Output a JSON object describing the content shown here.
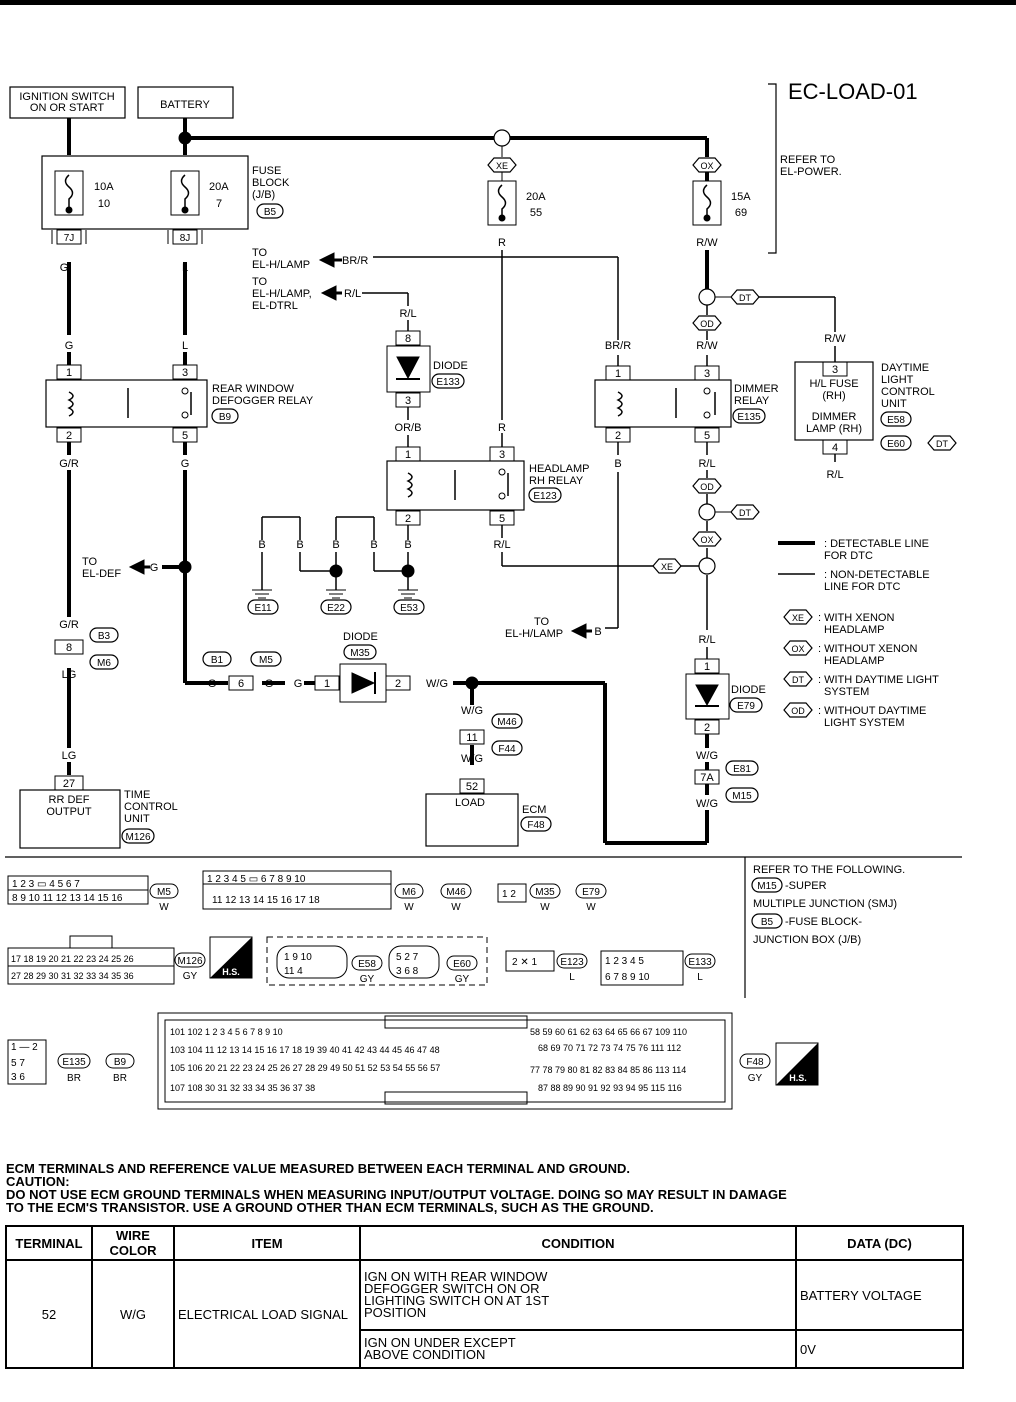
{
  "diagram_title": "EC-LOAD-01",
  "top_boxes": {
    "ignition_switch": "IGNITION SWITCH",
    "ignition_switch_2": "ON OR START",
    "battery": "BATTERY"
  },
  "fuse_block": {
    "label1": "FUSE",
    "label2": "BLOCK",
    "label3": "(J/B)",
    "connector": "B5",
    "fuse1_amp": "10A",
    "fuse1_no": "10",
    "fuse2_amp": "20A",
    "fuse2_no": "7",
    "term1": "7J",
    "term2": "8J"
  },
  "power_fuses": {
    "fuse3_amp": "20A",
    "fuse3_no": "55",
    "fuse4_amp": "15A",
    "fuse4_no": "69",
    "xe": "XE",
    "ox": "OX",
    "refer1": "REFER TO",
    "refer2": "EL-POWER."
  },
  "wires": {
    "G": "G",
    "L": "L",
    "R": "R",
    "RW": "R/W",
    "BRR": "BR/R",
    "RL": "R/L",
    "GR": "G/R",
    "ORB": "OR/B",
    "B": "B",
    "LG": "LG",
    "WG": "W/G"
  },
  "destinations": {
    "hlamp1": "TO",
    "hlamp2": "EL-H/LAMP",
    "hlamp3": "TO",
    "hlamp4": "EL-H/LAMP,",
    "hlamp5": "EL-DTRL",
    "def1": "TO",
    "def2": "EL-DEF",
    "hlamp6": "TO",
    "hlamp7": "EL-H/LAMP"
  },
  "rear_relay": {
    "l1": "REAR WINDOW",
    "l2": "DEFOGGER RELAY",
    "conn": "B9",
    "p1": "1",
    "p2": "2",
    "p3": "3",
    "p5": "5"
  },
  "diode_e133": {
    "l1": "DIODE",
    "conn": "E133",
    "p8": "8",
    "p3": "3"
  },
  "headlamp_relay": {
    "l1": "HEADLAMP",
    "l2": "RH RELAY",
    "conn": "E123",
    "p1": "1",
    "p2": "2",
    "p3": "3",
    "p5": "5"
  },
  "dimmer_relay": {
    "l1": "DIMMER",
    "l2": "RELAY",
    "conn": "E135",
    "p1": "1",
    "p2": "2",
    "p3": "3",
    "p5": "5"
  },
  "dtl_unit": {
    "box1": "H/L FUSE",
    "box2": "(RH)",
    "box3": "DIMMER",
    "box4": "LAMP (RH)",
    "l1": "DAYTIME",
    "l2": "LIGHT",
    "l3": "CONTROL",
    "l4": "UNIT",
    "conn1": "E58",
    "conn2": "E60",
    "dt": "DT",
    "p3": "3",
    "p4": "4"
  },
  "markers": {
    "dt": "DT",
    "od": "OD",
    "ox": "OX",
    "xe": "XE"
  },
  "grounds": {
    "g1": "E11",
    "g2": "E22",
    "g3": "E53"
  },
  "legend": {
    "detectable1": ": DETECTABLE LINE",
    "detectable2": "FOR DTC",
    "nondet1": ": NON-DETECTABLE",
    "nondet2": "LINE FOR DTC",
    "xe1": ": WITH XENON",
    "xe2": "HEADLAMP",
    "ox1": ": WITHOUT XENON",
    "ox2": "HEADLAMP",
    "dt1": ": WITH DAYTIME LIGHT",
    "dt2": "SYSTEM",
    "od1": ": WITHOUT DAYTIME",
    "od2": "LIGHT SYSTEM"
  },
  "inline_conn": {
    "b3": "B3",
    "m6": "M6",
    "p8": "8",
    "b1": "B1",
    "m5": "M5",
    "p6": "6",
    "diode": "DIODE",
    "m35": "M35",
    "p1": "1",
    "p2": "2",
    "m46": "M46",
    "f44": "F44",
    "p11": "11",
    "e81": "E81",
    "m15": "M15",
    "p7a": "7A",
    "diode2": "DIODE",
    "e79": "E79"
  },
  "tcu": {
    "term": "27",
    "l1": "RR DEF",
    "l2": "OUTPUT",
    "name1": "TIME",
    "name2": "CONTROL",
    "name3": "UNIT",
    "conn": "M126"
  },
  "ecm": {
    "term": "52",
    "label": "LOAD",
    "name": "ECM",
    "conn": "F48"
  },
  "connectors": {
    "m5": "M5",
    "w": "W",
    "m6": "M6",
    "m46": "M46",
    "m35": "M35",
    "e79": "E79",
    "m126": "M126",
    "gy": "GY",
    "hs": "H.S.",
    "e58": "E58",
    "e60": "E60",
    "e123": "E123",
    "l": "L",
    "e133": "E133",
    "e135": "E135",
    "b9": "B9",
    "br": "BR",
    "f48": "F48"
  },
  "refer_box": {
    "l1": "REFER TO THE FOLLOWING.",
    "m15": "M15",
    "l2": "-SUPER",
    "l3": "MULTIPLE JUNCTION (SMJ)",
    "b5": "B5",
    "l4": "-FUSE BLOCK-",
    "l5": "JUNCTION BOX (J/B)"
  },
  "notes": [
    "ECM TERMINALS AND REFERENCE VALUE MEASURED BETWEEN EACH TERMINAL AND GROUND.",
    "CAUTION:",
    "DO NOT USE ECM GROUND TERMINALS WHEN MEASURING INPUT/OUTPUT VOLTAGE. DOING SO MAY RESULT IN  DAMAGE",
    "TO THE  ECM'S TRANSISTOR. USE A GROUND OTHER THAN ECM TERMINALS, SUCH AS THE GROUND."
  ],
  "table": {
    "headers": [
      "TERMINAL",
      "WIRE COLOR",
      "ITEM",
      "CONDITION",
      "DATA (DC)"
    ],
    "terminal": "52",
    "wire_color": "W/G",
    "item": "ELECTRICAL LOAD SIGNAL",
    "rows": [
      {
        "condition": "IGN ON WITH REAR WINDOW\nDEFOGGER SWITCH ON OR\nLIGHTING SWITCH ON AT 1ST\nPOSITION",
        "data": "BATTERY VOLTAGE"
      },
      {
        "condition": "IGN ON UNDER EXCEPT\nABOVE CONDITION",
        "data": "0V"
      }
    ]
  }
}
